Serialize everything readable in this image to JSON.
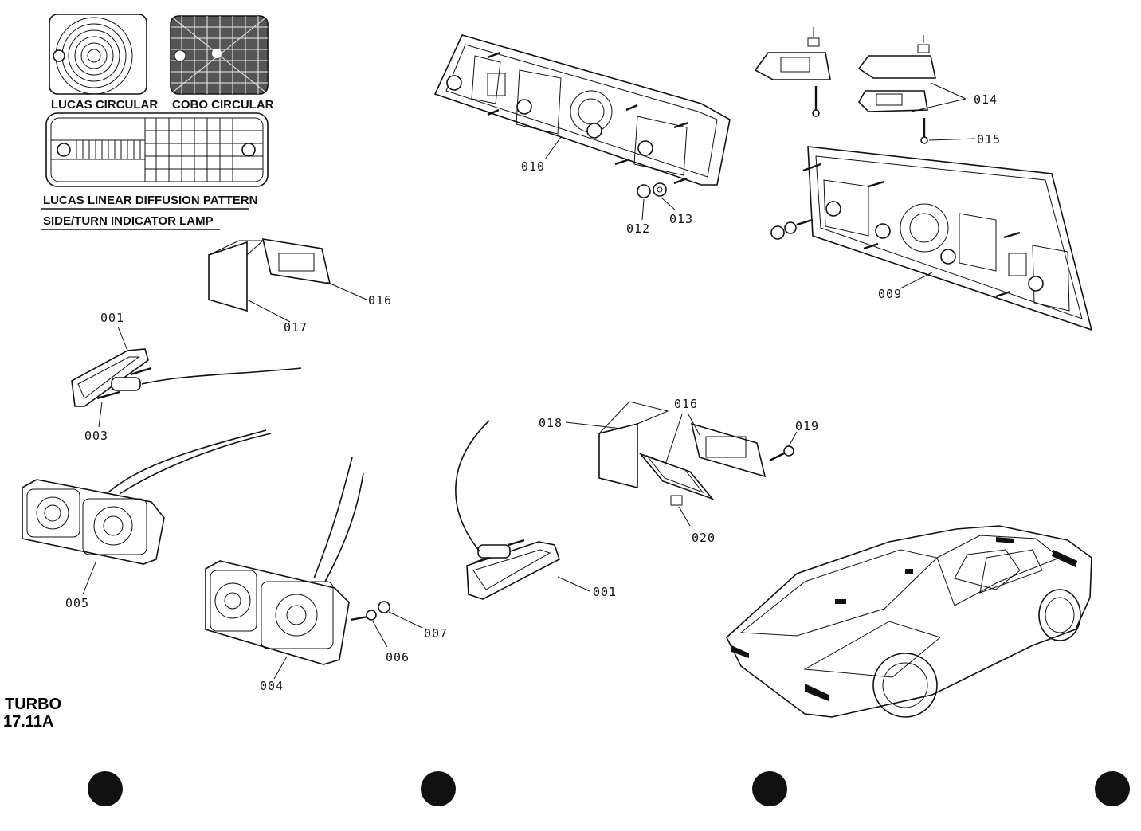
{
  "captions": {
    "lucas_circular": "LUCAS CIRCULAR",
    "cobo_circular": "COBO CIRCULAR",
    "lucas_linear": "LUCAS LINEAR DIFFUSION PATTERN",
    "side_turn": "SIDE/TURN INDICATOR LAMP"
  },
  "reference": {
    "line1": "TURBO",
    "line2": "17.11A"
  },
  "callouts": {
    "p001a": "001",
    "p001b": "001",
    "p003": "003",
    "p004": "004",
    "p005": "005",
    "p006": "006",
    "p007": "007",
    "p009": "009",
    "p010": "010",
    "p012": "012",
    "p013": "013",
    "p014": "014",
    "p015": "015",
    "p016a": "016",
    "p016b": "016",
    "p017": "017",
    "p018": "018",
    "p019": "019",
    "p020": "020"
  },
  "colors": {
    "ink": "#111111",
    "paper": "#ffffff"
  }
}
